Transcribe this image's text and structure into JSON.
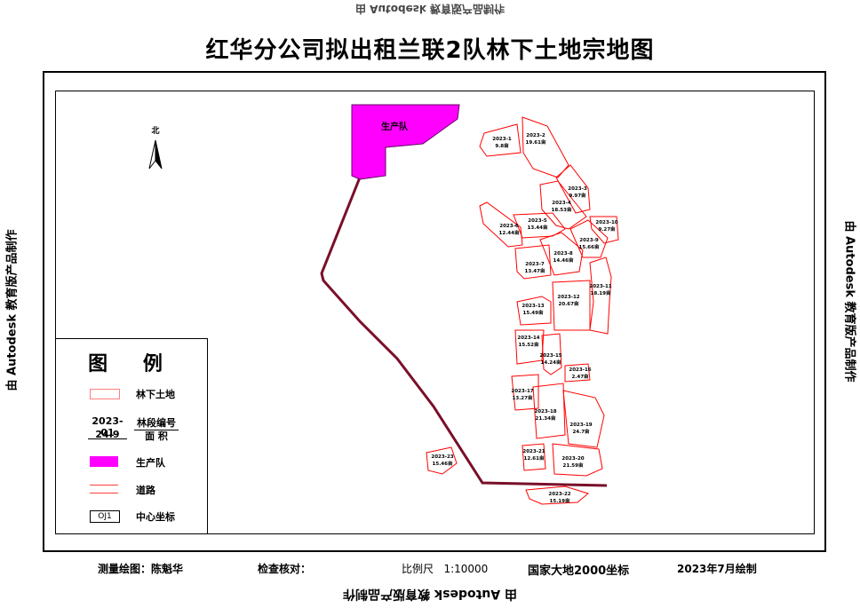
{
  "title": "红华分公司拟出租兰联2队林下土地宗地图",
  "watermark": "由 Autodesk 教育版产品制作",
  "north_label": "北",
  "team_area_label": "生产队",
  "parcels": [
    {
      "id": "2023-1",
      "area": "9.8亩"
    },
    {
      "id": "2023-2",
      "area": "19.61亩"
    },
    {
      "id": "2023-3",
      "area": "9.97亩"
    },
    {
      "id": "2023-4",
      "area": "18.53亩"
    },
    {
      "id": "2023-5",
      "area": "13.44亩"
    },
    {
      "id": "2023-6",
      "area": "12.44亩"
    },
    {
      "id": "2023-7",
      "area": "13.47亩"
    },
    {
      "id": "2023-8",
      "area": "14.46亩"
    },
    {
      "id": "2023-9",
      "area": "15.66亩"
    },
    {
      "id": "2023-10",
      "area": "9.27亩"
    },
    {
      "id": "2023-11",
      "area": "18.19亩"
    },
    {
      "id": "2023-12",
      "area": "20.67亩"
    },
    {
      "id": "2023-13",
      "area": "15.49亩"
    },
    {
      "id": "2023-14",
      "area": "15.52亩"
    },
    {
      "id": "2023-15",
      "area": "14.24亩"
    },
    {
      "id": "2023-16",
      "area": "2.47亩"
    },
    {
      "id": "2023-17",
      "area": "13.27亩"
    },
    {
      "id": "2023-18",
      "area": "21.34亩"
    },
    {
      "id": "2023-19",
      "area": "24.7亩"
    },
    {
      "id": "2023-20",
      "area": "21.59亩"
    },
    {
      "id": "2023-21",
      "area": "12.61亩"
    },
    {
      "id": "2023-22",
      "area": "15.19亩"
    },
    {
      "id": "2023-23",
      "area": "15.46亩"
    }
  ],
  "legend": {
    "title": "图  例",
    "forest_land": "林下土地",
    "sample_id": "2023-01",
    "sample_area": "24.9",
    "parcel_no_label": "林段编号",
    "area_label": "面  积",
    "team": "生产队",
    "road": "道路",
    "center_box": "OJ1",
    "center_label": "中心坐标"
  },
  "footer": {
    "surveyor": "测量绘图：陈魁华",
    "checker": "检查核对：",
    "scale": "比例尺   1:10000",
    "coords": "国家大地2000坐标",
    "date": "2023年7月绘制"
  },
  "colors": {
    "parcel_outline": "#ff0000",
    "team_fill": "#ff00ff",
    "road": "#7a0f2a"
  }
}
